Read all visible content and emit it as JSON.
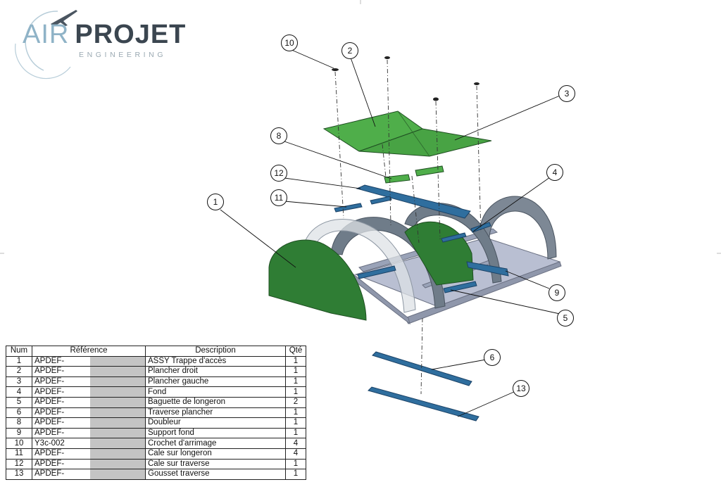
{
  "logo": {
    "word_air": "AIR",
    "word_projet": "PROJET",
    "tagline": "ENGINEERING",
    "colors": {
      "air": "#8fb3c7",
      "projet": "#3b4650",
      "tagline": "#9aa9b2"
    }
  },
  "callouts": [
    "1",
    "2",
    "3",
    "4",
    "5",
    "6",
    "8",
    "9",
    "10",
    "11",
    "12",
    "13"
  ],
  "colors": {
    "green_panel": "#2f7d34",
    "light_green": "#4fae4a",
    "blue_part": "#2f6e9e",
    "arch_grey": "#6f7c89",
    "frame_grey": "#9aa3b8"
  },
  "bom": {
    "headers": {
      "num": "Num",
      "ref": "Référence",
      "desc": "Description",
      "qty": "Qté"
    },
    "rows": [
      {
        "num": "1",
        "ref": "APDEF-",
        "desc": "ASSY Trappe d'accès",
        "qty": "1"
      },
      {
        "num": "2",
        "ref": "APDEF-",
        "desc": "Plancher droit",
        "qty": "1"
      },
      {
        "num": "3",
        "ref": "APDEF-",
        "desc": "Plancher gauche",
        "qty": "1"
      },
      {
        "num": "4",
        "ref": "APDEF-",
        "desc": "Fond",
        "qty": "1"
      },
      {
        "num": "5",
        "ref": "APDEF-",
        "desc": "Baguette de longeron",
        "qty": "2"
      },
      {
        "num": "6",
        "ref": "APDEF-",
        "desc": "Traverse plancher",
        "qty": "1"
      },
      {
        "num": "8",
        "ref": "APDEF-",
        "desc": "Doubleur",
        "qty": "1"
      },
      {
        "num": "9",
        "ref": "APDEF-",
        "desc": "Support fond",
        "qty": "1"
      },
      {
        "num": "10",
        "ref": "Y3c-002",
        "desc": "Crochet d'arrimage",
        "qty": "4"
      },
      {
        "num": "11",
        "ref": "APDEF-",
        "desc": "Cale sur longeron",
        "qty": "4"
      },
      {
        "num": "12",
        "ref": "APDEF-",
        "desc": "Cale sur traverse",
        "qty": "1"
      },
      {
        "num": "13",
        "ref": "APDEF-",
        "desc": "Gousset traverse",
        "qty": "1"
      }
    ]
  }
}
